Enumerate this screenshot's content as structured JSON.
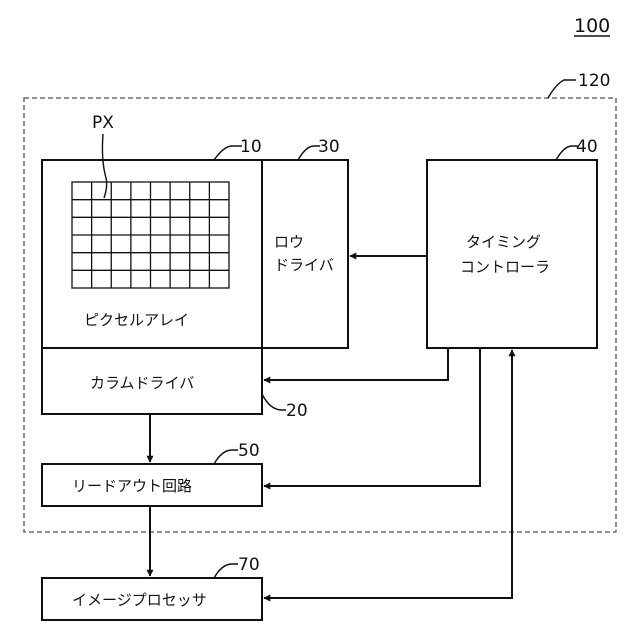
{
  "figure": {
    "number": "100",
    "container_ref": "120"
  },
  "blocks": {
    "pixel_array": {
      "ref": "10",
      "label": "ピクセルアレイ",
      "pixel_label": "PX"
    },
    "row_driver": {
      "ref": "30",
      "label_line1": "ロウ",
      "label_line2": "ドライバ"
    },
    "timing_controller": {
      "ref": "40",
      "label_line1": "タイミング",
      "label_line2": "コントローラ"
    },
    "column_driver": {
      "ref": "20",
      "label": "カラムドライバ"
    },
    "readout_circuit": {
      "ref": "50",
      "label": "リードアウト回路"
    },
    "image_processor": {
      "ref": "70",
      "label": "イメージプロセッサ"
    }
  },
  "pixel_grid": {
    "rows": 6,
    "cols": 8
  }
}
